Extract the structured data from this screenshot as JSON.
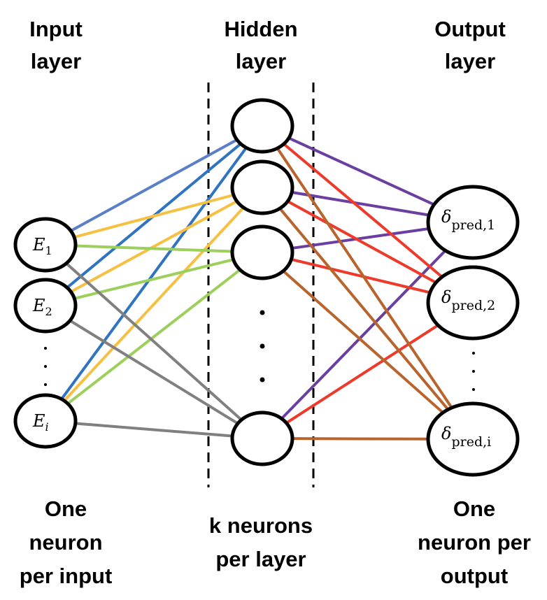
{
  "headings": {
    "input": [
      "Input",
      "layer"
    ],
    "hidden": [
      "Hidden",
      "layer"
    ],
    "output": [
      "Output",
      "layer"
    ]
  },
  "captions": {
    "input": [
      "One",
      "neuron",
      "per input"
    ],
    "hidden": [
      "k neurons",
      "per layer"
    ],
    "output": [
      "One",
      "neuron per",
      "output"
    ]
  },
  "layers": {
    "input": [
      {
        "id": "E1",
        "symbol": "E",
        "subscript": "1"
      },
      {
        "id": "E2",
        "symbol": "E",
        "subscript": "2"
      },
      {
        "id": "Ei",
        "symbol": "E",
        "subscript": "i"
      }
    ],
    "hidden": [
      {
        "id": "H1"
      },
      {
        "id": "H2"
      },
      {
        "id": "H3"
      },
      {
        "id": "Hk"
      }
    ],
    "output": [
      {
        "id": "O1",
        "symbol": "δ",
        "subscript": "pred,1"
      },
      {
        "id": "O2",
        "symbol": "δ",
        "subscript": "pred,2"
      },
      {
        "id": "Oi",
        "symbol": "δ",
        "subscript": "pred,i"
      }
    ]
  },
  "ellipsis": "⋮",
  "colors": {
    "to_H1_from_E1": "#5b7ec8",
    "to_H1": "#2f74c0",
    "to_H2": "#f6c142",
    "to_H3": "#9ccf5c",
    "to_Hk": "#808080",
    "to_O1": "#6a3fa0",
    "to_O2": "#ee3a2a",
    "to_Oi": "#b9642c"
  },
  "edges": [
    {
      "from": "E1",
      "to": "H1",
      "color": "to_H1_from_E1"
    },
    {
      "from": "E2",
      "to": "H1",
      "color": "to_H1"
    },
    {
      "from": "Ei",
      "to": "H1",
      "color": "to_H1"
    },
    {
      "from": "E1",
      "to": "H2",
      "color": "to_H2"
    },
    {
      "from": "E2",
      "to": "H2",
      "color": "to_H2"
    },
    {
      "from": "Ei",
      "to": "H2",
      "color": "to_H2"
    },
    {
      "from": "E1",
      "to": "H3",
      "color": "to_H3"
    },
    {
      "from": "E2",
      "to": "H3",
      "color": "to_H3"
    },
    {
      "from": "Ei",
      "to": "H3",
      "color": "to_H3"
    },
    {
      "from": "E1",
      "to": "Hk",
      "color": "to_Hk"
    },
    {
      "from": "E2",
      "to": "Hk",
      "color": "to_Hk"
    },
    {
      "from": "Ei",
      "to": "Hk",
      "color": "to_Hk"
    },
    {
      "from": "H1",
      "to": "O1",
      "color": "to_O1"
    },
    {
      "from": "H2",
      "to": "O1",
      "color": "to_O1"
    },
    {
      "from": "H3",
      "to": "O1",
      "color": "to_O1"
    },
    {
      "from": "Hk",
      "to": "O1",
      "color": "to_O1"
    },
    {
      "from": "H1",
      "to": "O2",
      "color": "to_O2"
    },
    {
      "from": "H2",
      "to": "O2",
      "color": "to_O2"
    },
    {
      "from": "H3",
      "to": "O2",
      "color": "to_O2"
    },
    {
      "from": "Hk",
      "to": "O2",
      "color": "to_O2"
    },
    {
      "from": "H1",
      "to": "Oi",
      "color": "to_Oi"
    },
    {
      "from": "H2",
      "to": "Oi",
      "color": "to_Oi"
    },
    {
      "from": "H3",
      "to": "Oi",
      "color": "to_Oi"
    },
    {
      "from": "Hk",
      "to": "Oi",
      "color": "to_Oi"
    }
  ]
}
